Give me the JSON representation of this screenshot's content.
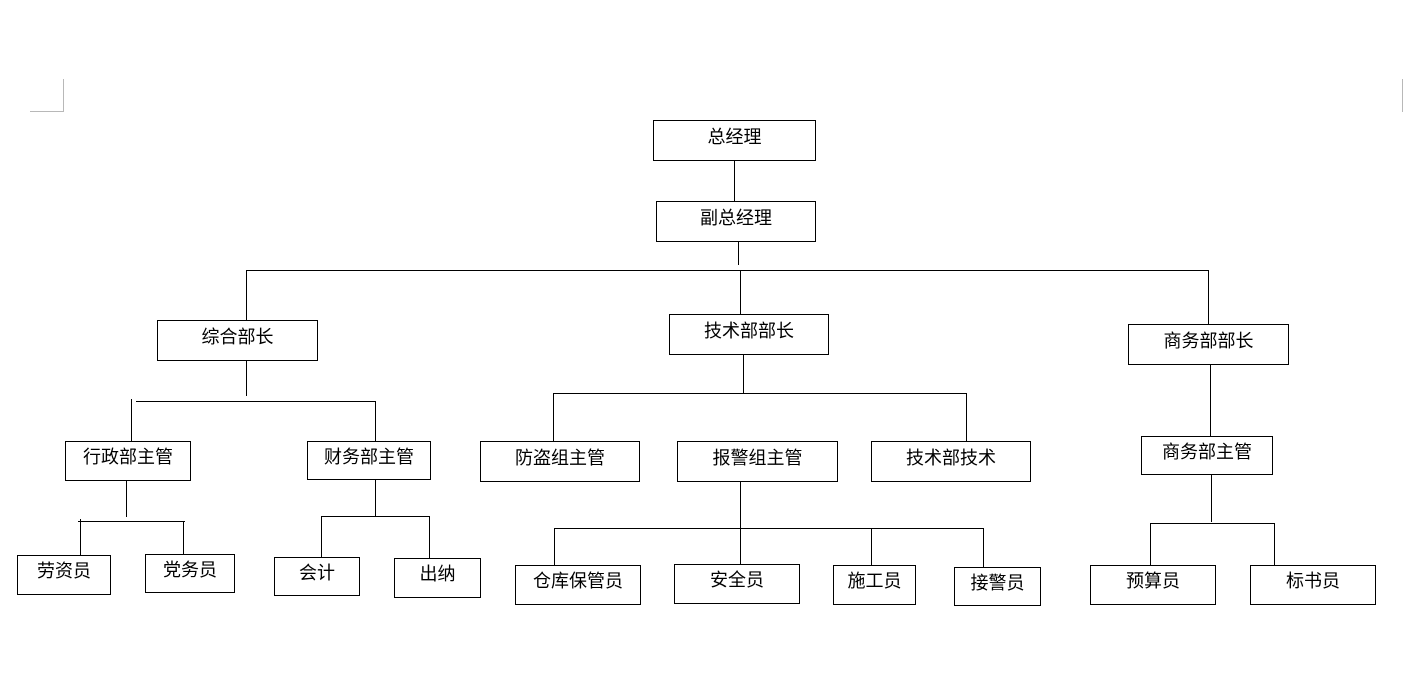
{
  "org_chart": {
    "root": "总经理",
    "deputy": "副总经理",
    "departments": {
      "general": {
        "head": "综合部长",
        "admin_supervisor": "行政部主管",
        "finance_supervisor": "财务部主管",
        "labor_clerk": "劳资员",
        "party_clerk": "党务员",
        "accountant": "会计",
        "cashier": "出纳"
      },
      "technical": {
        "head": "技术部部长",
        "anti_theft_supervisor": "防盗组主管",
        "alarm_supervisor": "报警组主管",
        "technician": "技术部技术",
        "warehouse_keeper": "仓库保管员",
        "safety_officer": "安全员",
        "construction_worker": "施工员",
        "alarm_receiver": "接警员"
      },
      "business": {
        "head": "商务部部长",
        "supervisor": "商务部主管",
        "budget_officer": "预算员",
        "tender_officer": "标书员"
      }
    }
  }
}
